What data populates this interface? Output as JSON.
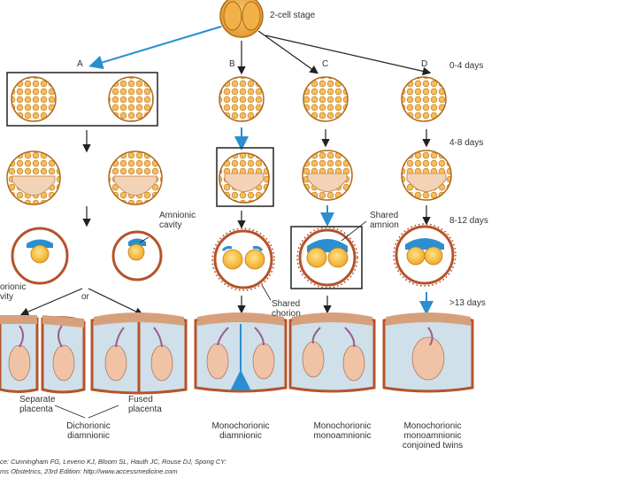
{
  "title": "2-cell stage",
  "columns": [
    "A",
    "B",
    "C",
    "D"
  ],
  "stages": {
    "s1": "0-4 days",
    "s2": "4-8 days",
    "s3": "8-12 days",
    "s4": ">13 days"
  },
  "labels": {
    "amnionic_cavity": "Amnionic\ncavity",
    "shared_amnion": "Shared\namnion",
    "shared_chorion": "Shared\nchorion",
    "chorionic_cavity": "orionic\nvity",
    "or": "or",
    "separate_placenta": "Separate\nplacenta",
    "fused_placenta": "Fused\nplacenta"
  },
  "outcomes": {
    "dichorionic": "Dichorionic\ndiamnionic",
    "mono_diamnionic": "Monochorionic\ndiamnionic",
    "mono_mono": "Monochorionic\nmonoamnionic",
    "conjoined": "Monochorionic\nmonoamnionic\nconjoined twins"
  },
  "credit": {
    "line1": "ce: Cunningham FG, Leveno KJ, Bloom SL, Hauth JC, Rouse DJ, Spong CY:",
    "line2": "ms Obstetrics, 23rd Edition: http://www.accessmedicine.com"
  },
  "colors": {
    "cell_fill": "#f3b54a",
    "cell_dark": "#c97a1c",
    "embryo": "#f7d99a",
    "blue": "#2a8fd0",
    "sac": "#cfe0ea",
    "chorion": "#b5532a",
    "fetus": "#f0c2a6"
  }
}
